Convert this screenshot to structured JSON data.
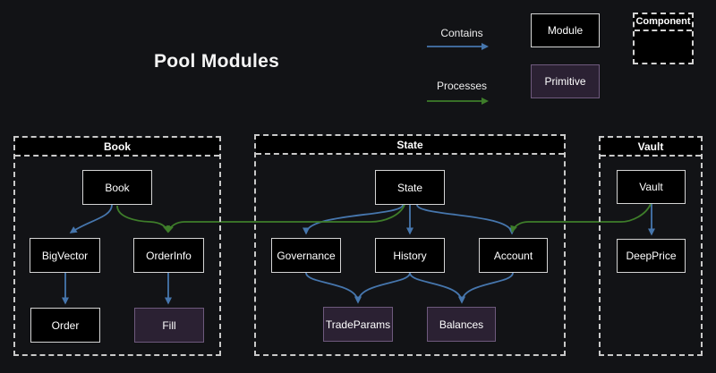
{
  "page": {
    "title": "Pool Modules"
  },
  "legend": {
    "edges": [
      {
        "id": "contains",
        "label": "Contains",
        "type": "contains"
      },
      {
        "id": "processes",
        "label": "Processes",
        "type": "processes"
      }
    ],
    "boxes": [
      {
        "id": "module",
        "label": "Module",
        "kind": "module"
      },
      {
        "id": "primitive",
        "label": "Primitive",
        "kind": "primitive"
      },
      {
        "id": "component",
        "label": "Component",
        "kind": "component"
      }
    ]
  },
  "diagram": {
    "groups": [
      {
        "id": "book",
        "label": "Book"
      },
      {
        "id": "state",
        "label": "State"
      },
      {
        "id": "vault",
        "label": "Vault"
      }
    ],
    "nodes": [
      {
        "id": "book-node",
        "label": "Book",
        "kind": "module",
        "group": "book"
      },
      {
        "id": "bigvector",
        "label": "BigVector",
        "kind": "module",
        "group": "book"
      },
      {
        "id": "orderinfo",
        "label": "OrderInfo",
        "kind": "module",
        "group": "book"
      },
      {
        "id": "order",
        "label": "Order",
        "kind": "module",
        "group": "book"
      },
      {
        "id": "fill",
        "label": "Fill",
        "kind": "primitive",
        "group": "book"
      },
      {
        "id": "state-node",
        "label": "State",
        "kind": "module",
        "group": "state"
      },
      {
        "id": "governance",
        "label": "Governance",
        "kind": "module",
        "group": "state"
      },
      {
        "id": "history",
        "label": "History",
        "kind": "module",
        "group": "state"
      },
      {
        "id": "account",
        "label": "Account",
        "kind": "module",
        "group": "state"
      },
      {
        "id": "tradeparams",
        "label": "TradeParams",
        "kind": "primitive",
        "group": "state"
      },
      {
        "id": "balances",
        "label": "Balances",
        "kind": "primitive",
        "group": "state"
      },
      {
        "id": "vault-node",
        "label": "Vault",
        "kind": "module",
        "group": "vault"
      },
      {
        "id": "deepprice",
        "label": "DeepPrice",
        "kind": "module",
        "group": "vault"
      }
    ],
    "edges": [
      {
        "from": "book-node",
        "to": "bigvector",
        "type": "contains"
      },
      {
        "from": "bigvector",
        "to": "order",
        "type": "contains"
      },
      {
        "from": "orderinfo",
        "to": "fill",
        "type": "contains"
      },
      {
        "from": "state-node",
        "to": "governance",
        "type": "contains"
      },
      {
        "from": "state-node",
        "to": "history",
        "type": "contains"
      },
      {
        "from": "state-node",
        "to": "account",
        "type": "contains"
      },
      {
        "from": "governance",
        "to": "tradeparams",
        "type": "contains"
      },
      {
        "from": "history",
        "to": "tradeparams",
        "type": "contains"
      },
      {
        "from": "history",
        "to": "balances",
        "type": "contains"
      },
      {
        "from": "account",
        "to": "balances",
        "type": "contains"
      },
      {
        "from": "vault-node",
        "to": "deepprice",
        "type": "contains"
      },
      {
        "from": "book-node",
        "to": "orderinfo",
        "type": "processes"
      },
      {
        "from": "state-node",
        "to": "orderinfo",
        "type": "processes"
      },
      {
        "from": "vault-node",
        "to": "account",
        "type": "processes"
      }
    ]
  },
  "colors": {
    "background": "#121316",
    "node_fill": "#000000",
    "node_border": "#d4d4d4",
    "primitive_fill": "#2b2133",
    "primitive_border": "#6e5a7d",
    "contains": "#4676ad",
    "processes": "#3e7d2a",
    "dashed_border": "#c9c9c9",
    "text": "#ffffff"
  }
}
